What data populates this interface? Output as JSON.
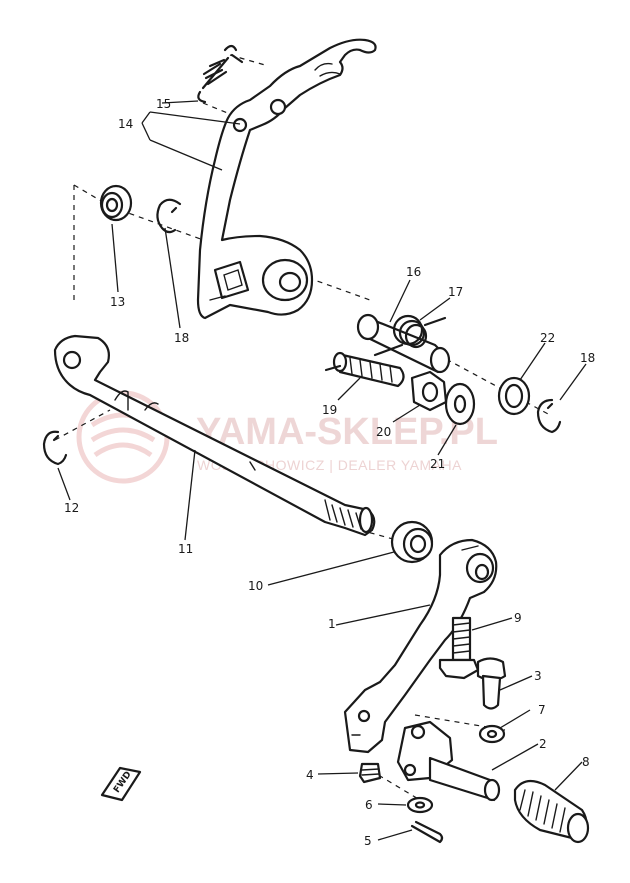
{
  "watermark": {
    "brand": "YAMA-SKLEP.PL",
    "tagline": "WOJCIECHOWICZ | DEALER YAMAHA"
  },
  "direction_marker": "FWD",
  "callouts": [
    {
      "id": "1",
      "label": "1"
    },
    {
      "id": "2",
      "label": "2"
    },
    {
      "id": "3",
      "label": "3"
    },
    {
      "id": "4",
      "label": "4"
    },
    {
      "id": "5",
      "label": "5"
    },
    {
      "id": "6",
      "label": "6"
    },
    {
      "id": "7",
      "label": "7"
    },
    {
      "id": "8",
      "label": "8"
    },
    {
      "id": "9",
      "label": "9"
    },
    {
      "id": "10",
      "label": "10"
    },
    {
      "id": "11",
      "label": "11"
    },
    {
      "id": "12",
      "label": "12"
    },
    {
      "id": "13",
      "label": "13"
    },
    {
      "id": "14",
      "label": "14"
    },
    {
      "id": "15",
      "label": "15"
    },
    {
      "id": "16",
      "label": "16"
    },
    {
      "id": "17",
      "label": "17"
    },
    {
      "id": "18a",
      "label": "18"
    },
    {
      "id": "18b",
      "label": "18"
    },
    {
      "id": "19",
      "label": "19"
    },
    {
      "id": "20",
      "label": "20"
    },
    {
      "id": "21",
      "label": "21"
    },
    {
      "id": "22",
      "label": "22"
    }
  ]
}
